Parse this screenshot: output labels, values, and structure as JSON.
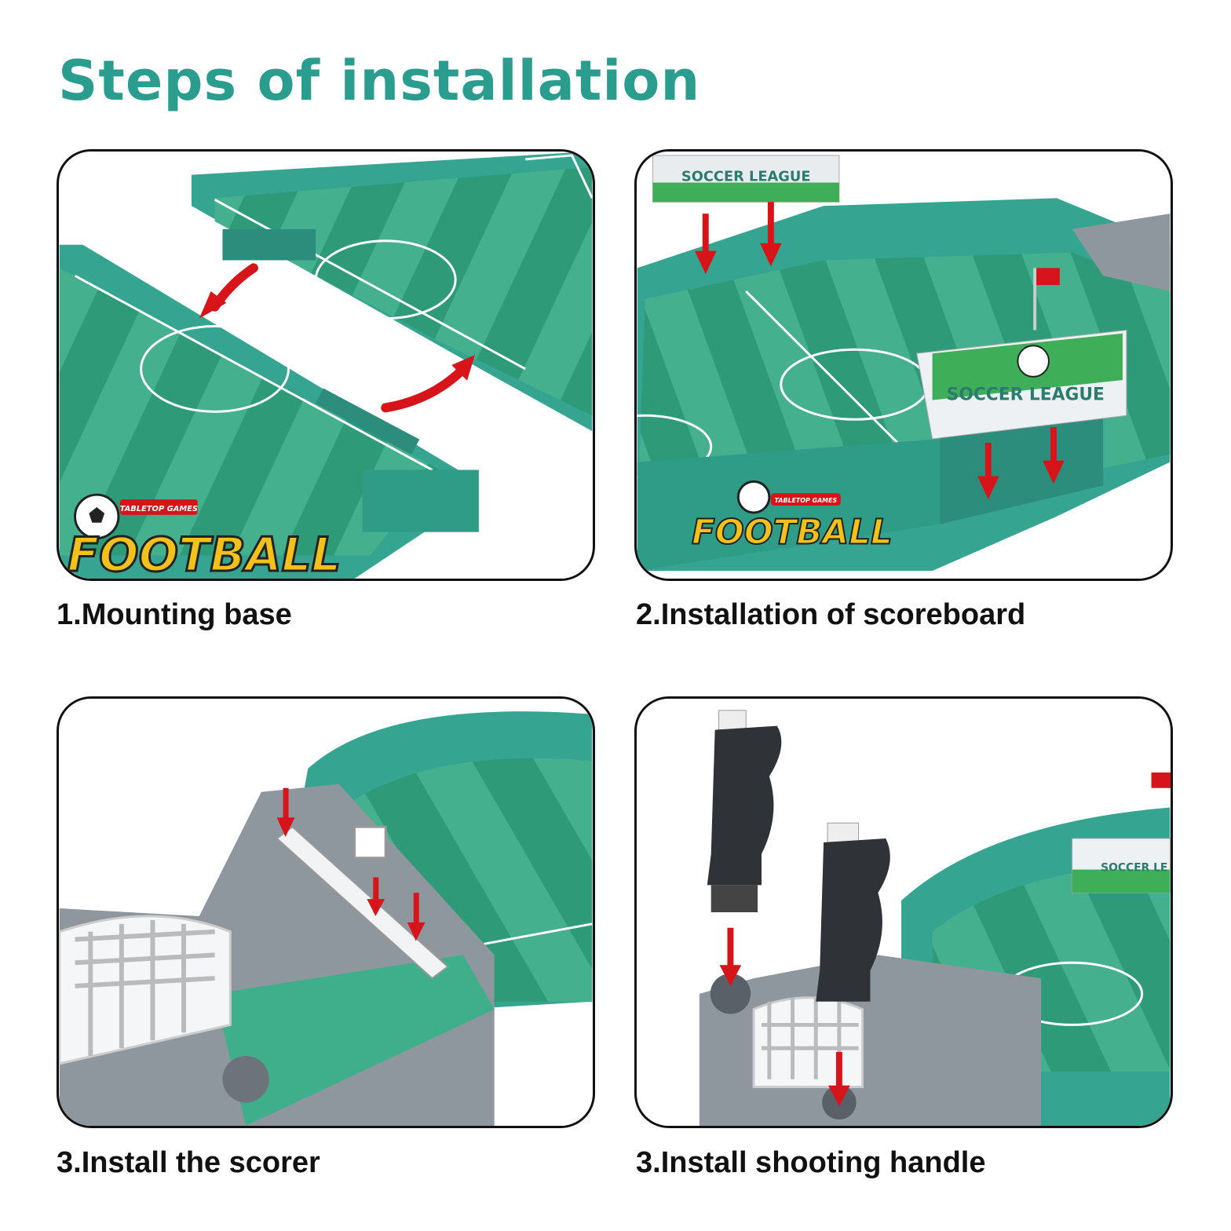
{
  "title": "Steps of installation",
  "steps": [
    {
      "caption": "1.Mounting base",
      "product_label": "FOOTBALL",
      "product_sublabel": "TABLETOP GAMES"
    },
    {
      "caption": "2.Installation of scoreboard",
      "product_label": "FOOTBALL",
      "product_sublabel": "TABLETOP GAMES",
      "scoreboard_text": "SOCCER LEAGUE"
    },
    {
      "caption": "3.Install the scorer"
    },
    {
      "caption": "3.Install shooting handle",
      "scoreboard_text": "SOCCER LE"
    }
  ],
  "colors": {
    "title": "#2a9d8f",
    "pitch_dark": "#2e9a78",
    "pitch_light": "#3fae8a",
    "frame": "#35a592",
    "arrow": "#d7141a",
    "goal_frame": "#8e969e",
    "handle": "#2f3338"
  }
}
